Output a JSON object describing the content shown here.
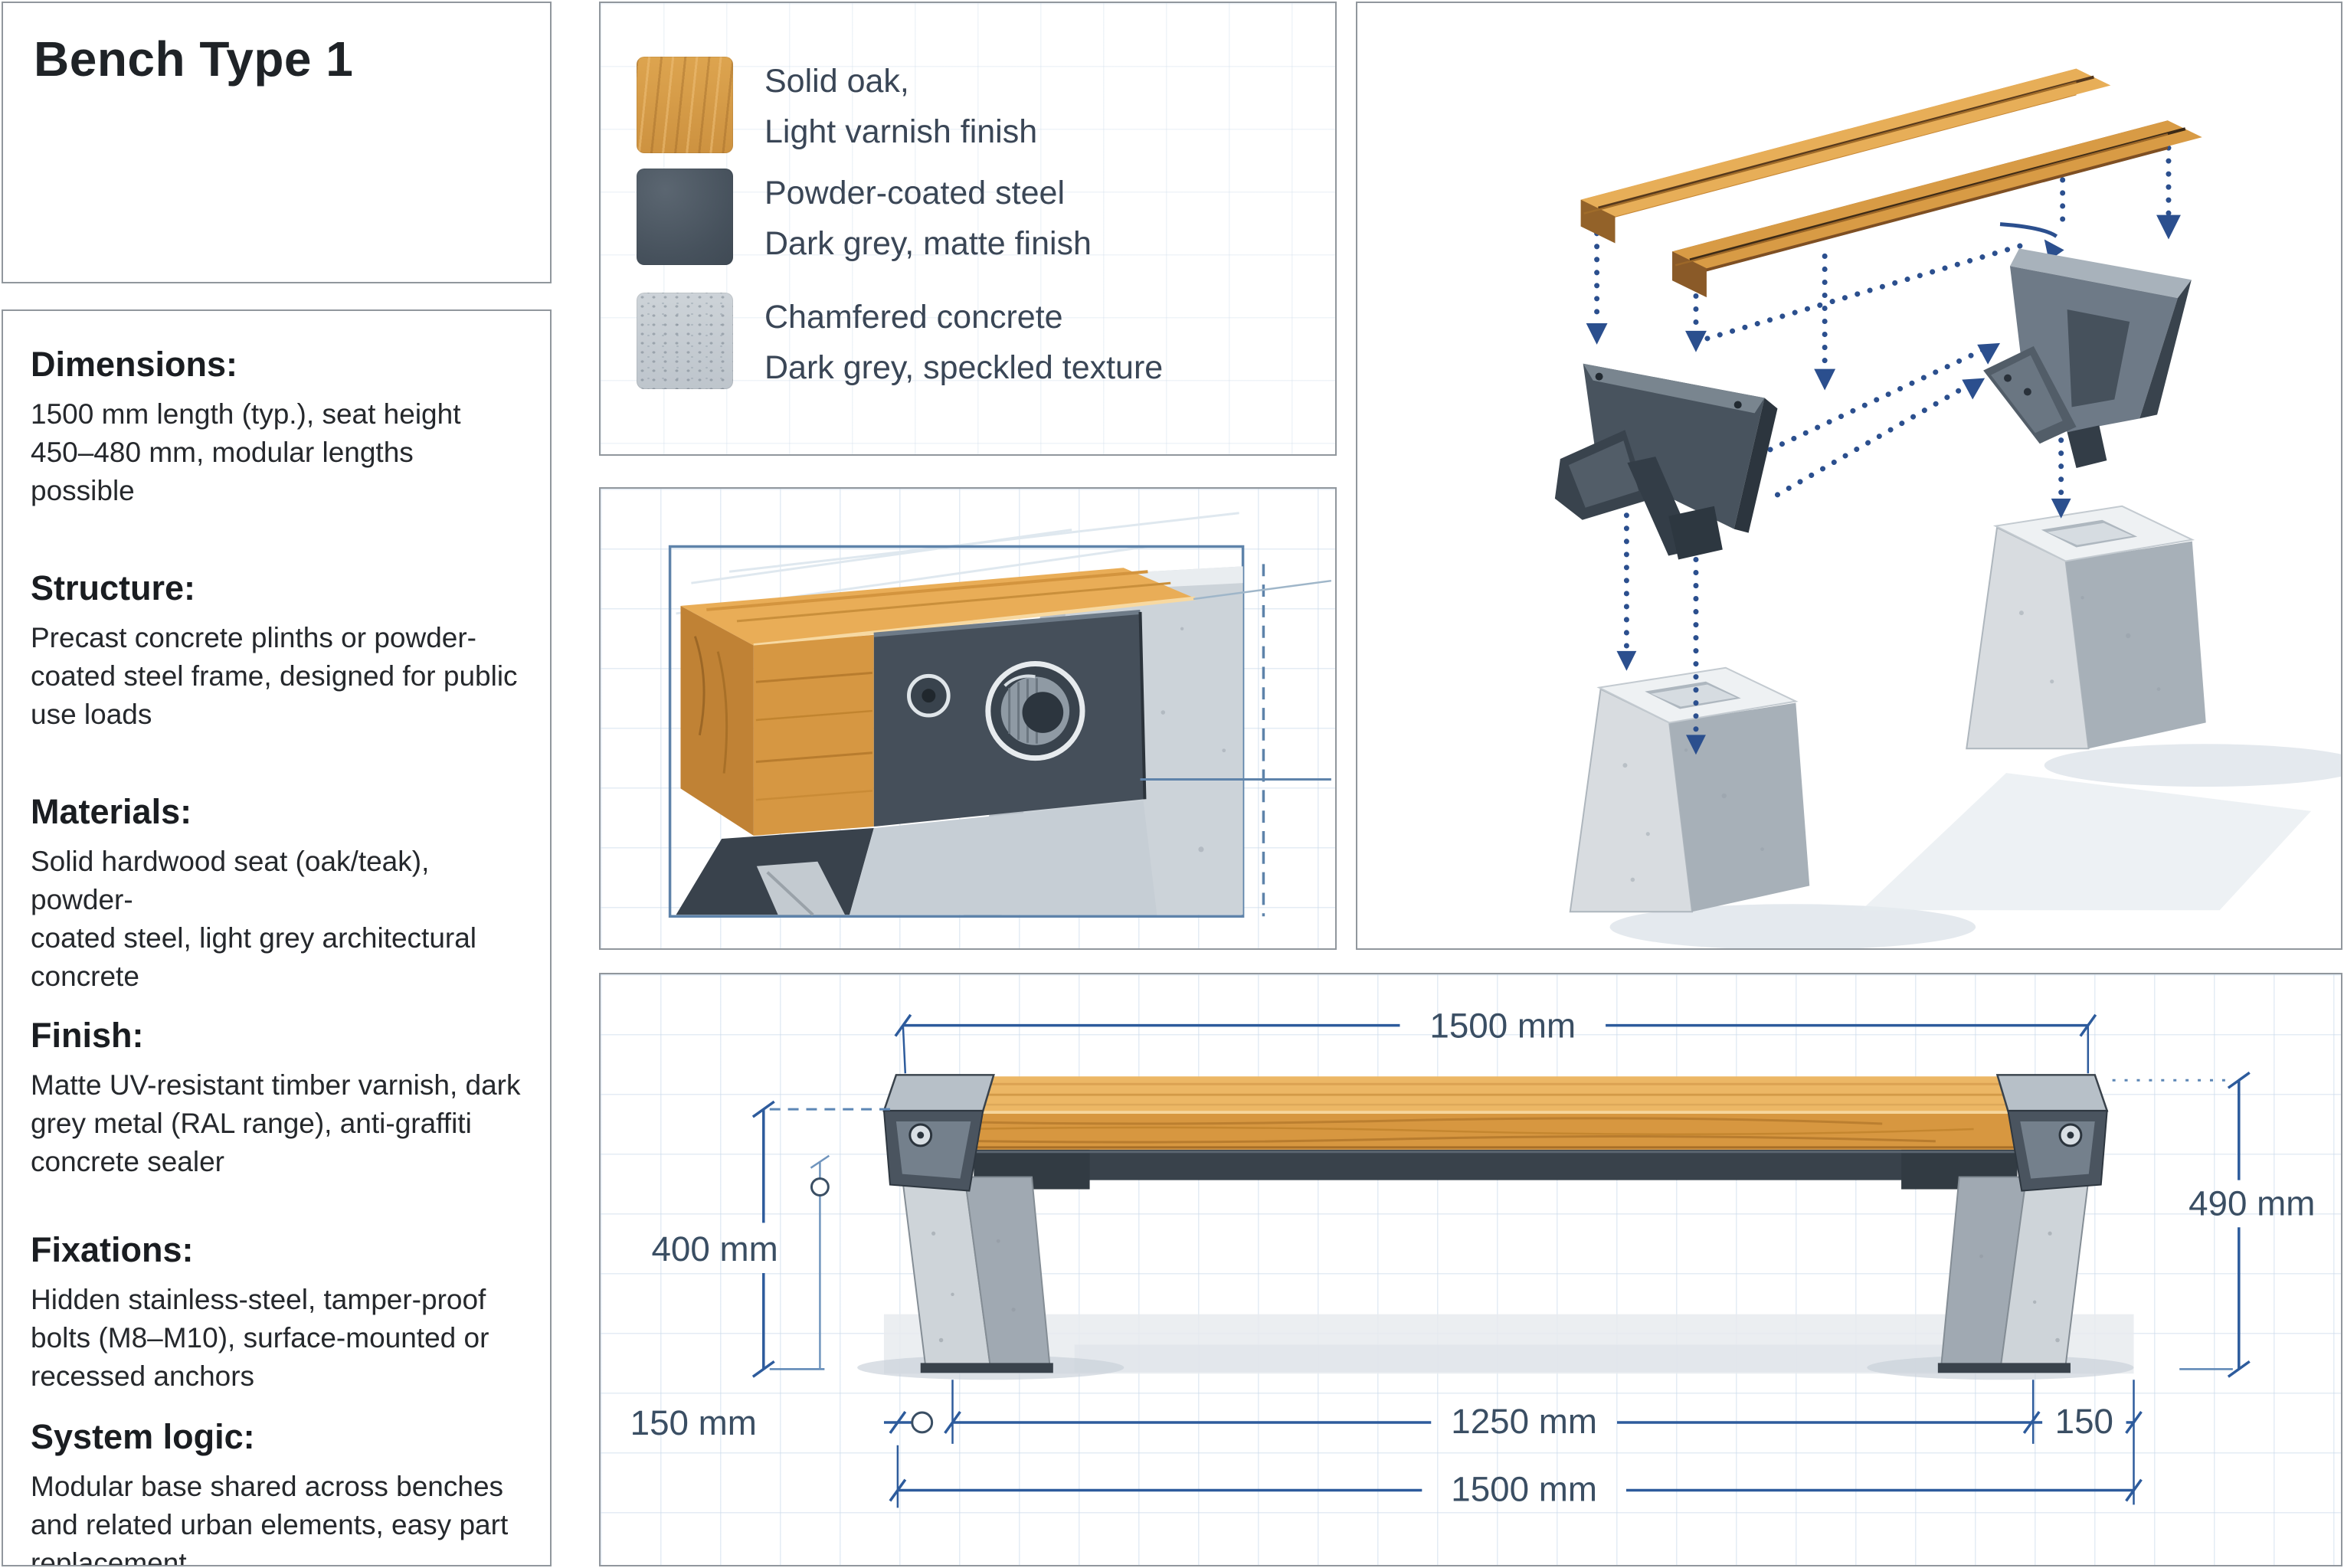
{
  "title_panel": {
    "title": "Bench Type 1"
  },
  "specs_panel": {
    "sections": [
      {
        "heading": "Dimensions:",
        "body": "1500 mm length (typ.), seat height\n450–480 mm, modular lengths possible"
      },
      {
        "heading": "Structure:",
        "body": "Precast concrete plinths or powder-\ncoated steel frame, designed for public\nuse loads"
      },
      {
        "heading": "Materials:",
        "body": "Solid hardwood seat (oak/teak), powder-\ncoated steel, light grey architectural\nconcrete"
      },
      {
        "heading": "Finish:",
        "body": "Matte UV-resistant timber varnish, dark\ngrey metal (RAL range), anti-graffiti\nconcrete sealer"
      },
      {
        "heading": "Fixations:",
        "body": "Hidden stainless-steel, tamper-proof\nbolts (M8–M10), surface-mounted or\nrecessed anchors"
      },
      {
        "heading": "System logic:",
        "body": "Modular base shared across benches\nand related urban elements, easy part\nreplacement"
      }
    ]
  },
  "legend_panel": {
    "items": [
      {
        "icon": "oak-swatch",
        "line1": "Solid oak,",
        "line2": "Light varnish finish"
      },
      {
        "icon": "steel-swatch",
        "line1": "Powder-coated steel",
        "line2": "Dark grey, matte finish"
      },
      {
        "icon": "concrete-swatch",
        "line1": "Chamfered concrete",
        "line2": "Dark grey, speckled texture"
      }
    ]
  },
  "elevation_panel": {
    "dim_seat_length_top": "1500 mm",
    "dim_seat_height": "400 mm",
    "dim_overall_height": "490 mm",
    "dim_base_inset_left": "150 mm",
    "dim_plinth_spacing": "1250 mm",
    "dim_overall_length": "1500 mm",
    "dim_base_inset_right": "150"
  },
  "colors": {
    "oak": "#d99c49",
    "steel_dark_grey": "#47525d",
    "concrete_grey": "#c9d0d6",
    "dimension_blue": "#2d5b9c",
    "text_dark": "#25282c",
    "legend_text": "#3a4656"
  }
}
